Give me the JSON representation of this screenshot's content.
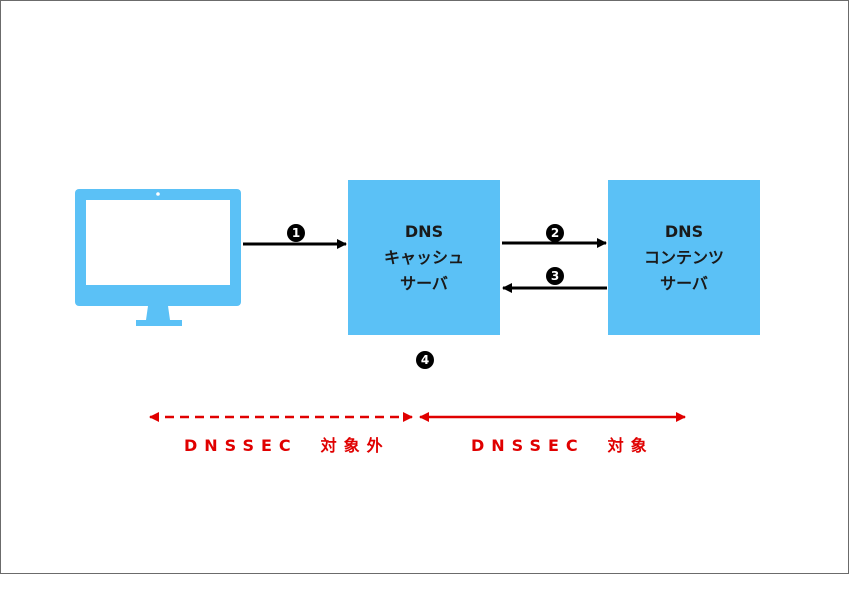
{
  "colors": {
    "box_fill": "#5bc1f6",
    "arrow": "#000000",
    "scope_red": "#e00000"
  },
  "nodes": {
    "client": {
      "icon": "desktop-monitor-icon"
    },
    "cache_server": {
      "line1": "DNS",
      "line2": "キャッシュ",
      "line3": "サーバ"
    },
    "content_server": {
      "line1": "DNS",
      "line2": "コンテンツ",
      "line3": "サーバ"
    }
  },
  "steps": {
    "s1": "1",
    "s2": "2",
    "s3": "3",
    "s4": "4"
  },
  "scopes": {
    "out_of_scope": "DNSSEC　対象外",
    "in_scope": "DNSSEC　対象"
  }
}
